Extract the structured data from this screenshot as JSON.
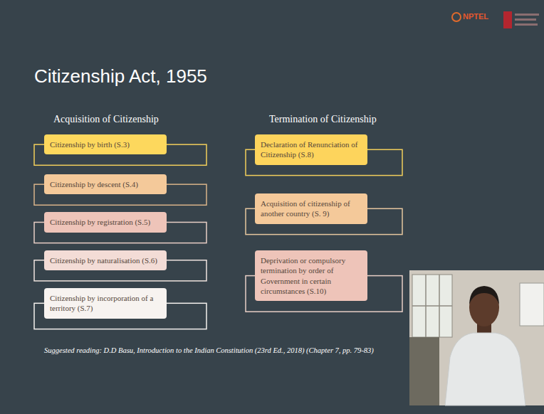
{
  "diagram": {
    "title": "Citizenship Act, 1955",
    "caption": "Suggested reading: D.D Basu, Introduction to the Indian Constitution (23rd Ed., 2018) (Chapter 7, pp. 79-83)",
    "nodes": [
      {
        "text": [
          "Citizenship by birth (S.3)"
        ]
      },
      {
        "text": [
          "Citizenship by descent (S.4)"
        ]
      },
      {
        "text": [
          "Citizenship by registration (S.5)"
        ]
      },
      {
        "text": [
          "Citizenship by naturalisation (S.6)"
        ]
      },
      {
        "text": [
          "Citizenship by incorporation of a territory (S.7)"
        ]
      },
      {
        "text": [
          "Declaration of Renunciation of Citizenship (S.8)"
        ]
      },
      {
        "text": [
          "Acquisition of citizenship of another country (S. 9)"
        ]
      },
      {
        "text": [
          "Deprivation or compulsory termination by order of Government in certain circumstances (S.10)"
        ]
      }
    ],
    "labels": [
      "NPTEL",
      "Acquisition of Citizenship",
      "Termination of Citizenship"
    ]
  }
}
